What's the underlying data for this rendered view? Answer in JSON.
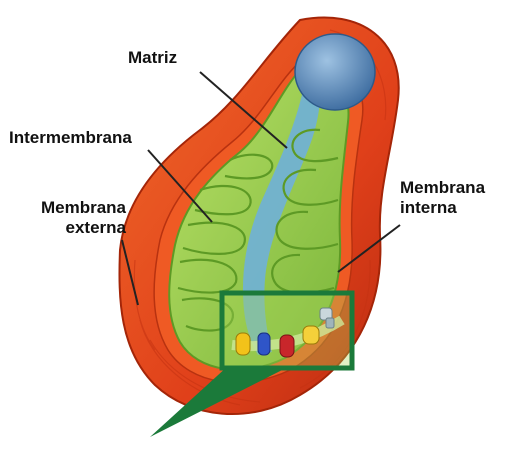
{
  "labels": {
    "matrix": "Matriz",
    "intermembrane": "Intermembrana",
    "outer_membrane_line1": "Membrana",
    "outer_membrane_line2": "externa",
    "inner_membrane_line1": "Membrana",
    "inner_membrane_line2": "interna"
  },
  "colors": {
    "outer_membrane": "#e0401a",
    "outer_membrane_dark": "#b82a10",
    "inner_membrane": "#9fd04a",
    "inner_membrane_dark": "#5d9a25",
    "matrix": "#6fb0d8",
    "cap": "#4f7fb0",
    "inset_box": "#1b7a3a",
    "leader_line": "#222222"
  },
  "proteins": [
    {
      "name": "yellow-protein",
      "color": "#f2c21a"
    },
    {
      "name": "blue-protein",
      "color": "#2f55c8"
    },
    {
      "name": "red-protein",
      "color": "#c8262b"
    },
    {
      "name": "yellow-protein-2",
      "color": "#f4d03a"
    },
    {
      "name": "atp-synthase",
      "color": "#c9d7dc"
    }
  ]
}
